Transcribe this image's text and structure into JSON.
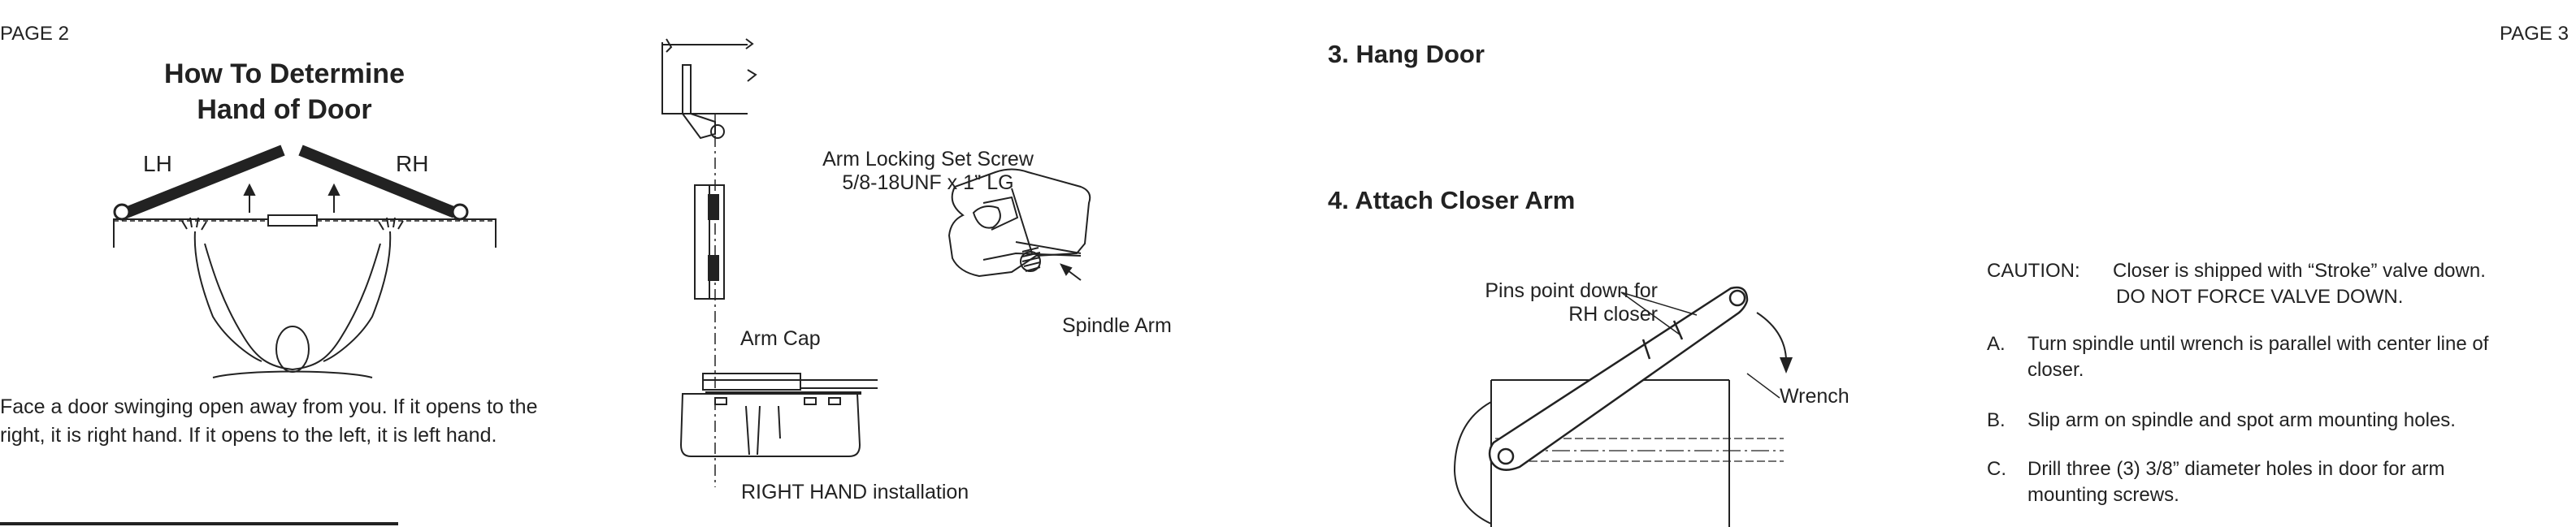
{
  "left_page": {
    "page_label": "PAGE 2",
    "title_line1": "How To Determine",
    "title_line2": "Hand of Door",
    "lh_label": "LH",
    "rh_label": "RH",
    "description": "Face a door swinging open away from you. If it opens to the right, it is right hand. If it opens to the left, it is left hand.",
    "closer_figure": {
      "arm_locking_screw_line1": "Arm Locking Set Screw",
      "arm_locking_screw_line2": "5/8-18UNF x 1” LG",
      "spindle_arm": "Spindle Arm",
      "arm_cap": "Arm Cap",
      "caption": "RIGHT HAND installation"
    }
  },
  "right_page": {
    "page_label": "PAGE 3",
    "step3": "3.  Hang Door",
    "step4": "4.  Attach Closer Arm",
    "pins_callout_line1": "Pins point down for",
    "pins_callout_line2": "RH closer",
    "wrench_label": "Wrench",
    "caution_label": "CAUTION:",
    "caution_line1": "Closer is shipped with “Stroke” valve down.",
    "caution_line2": "DO NOT FORCE VALVE DOWN.",
    "instructions": [
      {
        "key": "A.",
        "text": "Turn spindle until wrench is parallel with center line of closer."
      },
      {
        "key": "B.",
        "text": "Slip arm on spindle and spot arm mounting holes."
      },
      {
        "key": "C.",
        "text": "Drill three (3) 3/8” diameter holes in door for arm mounting screws."
      }
    ]
  }
}
